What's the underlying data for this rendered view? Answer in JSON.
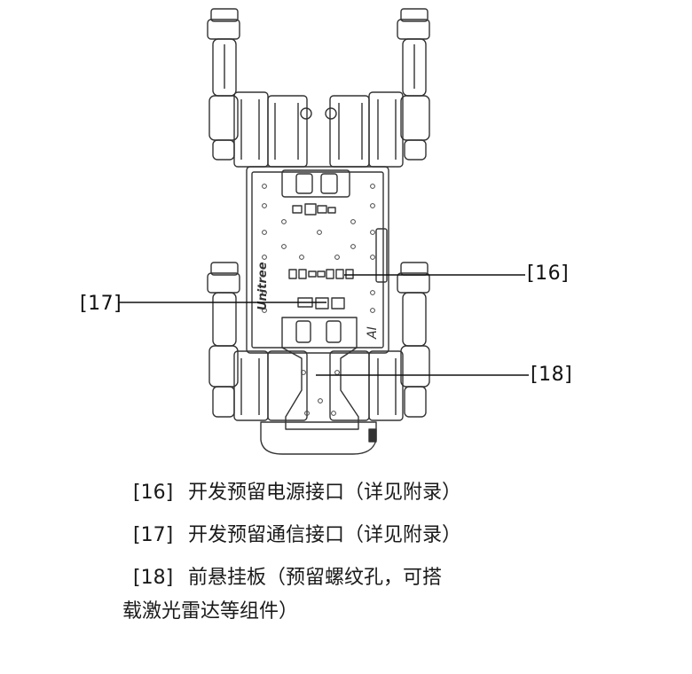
{
  "callouts": {
    "c16": "[16]",
    "c17": "[17]",
    "c18": "[18]"
  },
  "legend": [
    {
      "num": "[16]",
      "text": "开发预留电源接口（详见附录）"
    },
    {
      "num": "[17]",
      "text": "开发预留通信接口（详见附录）"
    },
    {
      "num": "[18]",
      "text": "前悬挂板（预留螺纹孔，可搭",
      "cont": "载激光雷达等组件）"
    }
  ],
  "body_marks": {
    "brand": "Unitree",
    "model": "AI"
  }
}
